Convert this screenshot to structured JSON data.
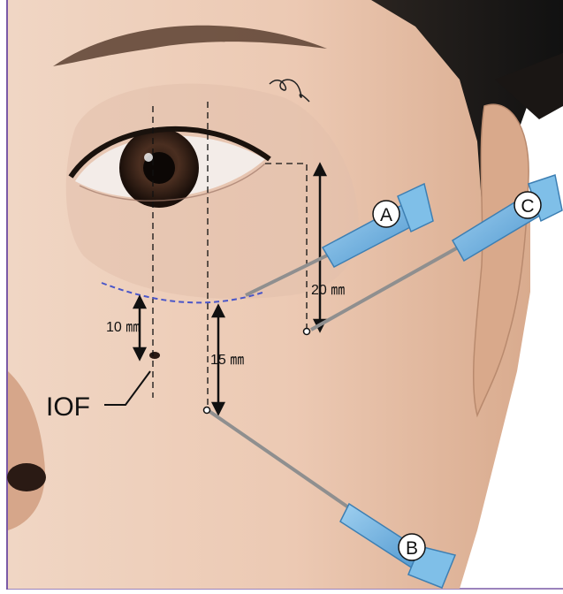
{
  "labels": {
    "measure_10": "10 ㎜",
    "measure_15": "15 ㎜",
    "measure_20": "20 ㎜",
    "iof": "IOF",
    "needle_a": "A",
    "needle_b": "B",
    "needle_c": "C"
  },
  "colors": {
    "frame_border": "#7a5aa6",
    "skin": "#e8c9b4",
    "dashed_margin": "#4a56c8",
    "arrow": "#111111",
    "needle_hub": "#6fb2e0",
    "needle_shaft": "#9a9a9a"
  }
}
